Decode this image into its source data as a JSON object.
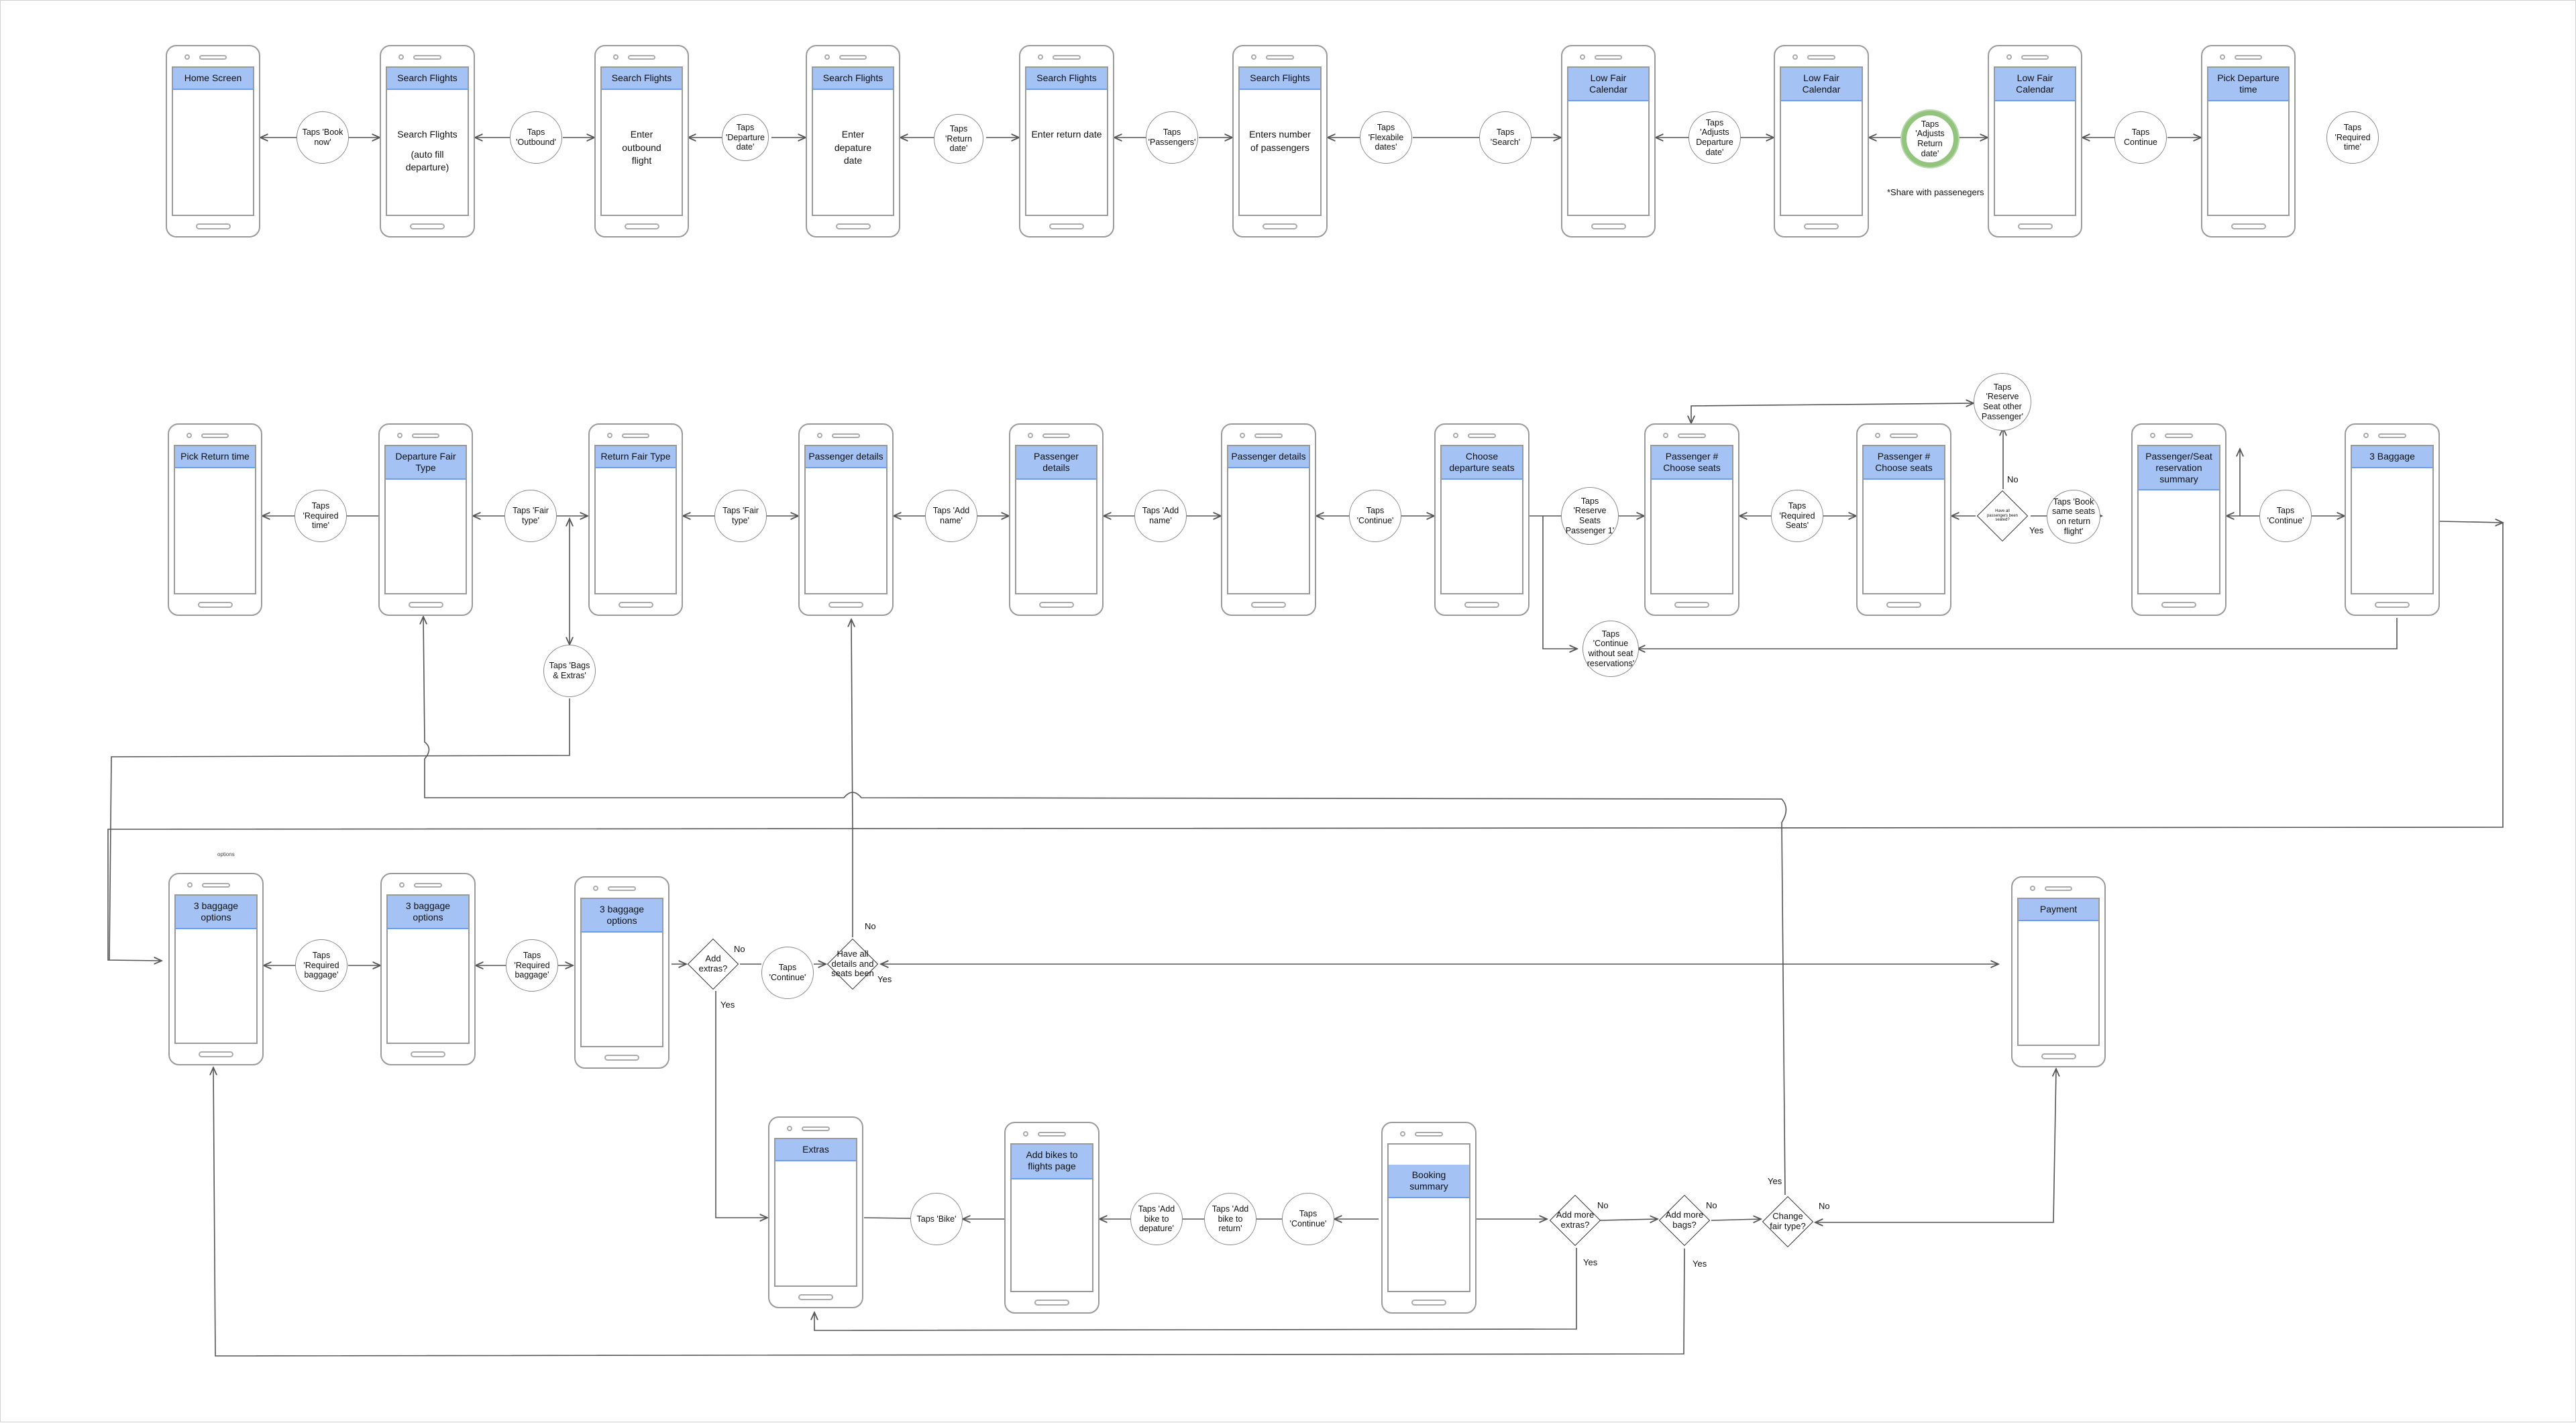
{
  "screens": {
    "home": {
      "title": "Home Screen",
      "body": ""
    },
    "search1": {
      "title": "Search  Flights",
      "body": "Search  Flights"
    },
    "search1_sub": "(auto fill departure)",
    "search2": {
      "title": "Search  Flights",
      "body": "Enter outbound flight"
    },
    "search3": {
      "title": "Search  Flights",
      "body": "Enter depature date"
    },
    "search4": {
      "title": "Search  Flights",
      "body": "Enter return date"
    },
    "search5": {
      "title": "Search  Flights",
      "body": "Enters number of passengers"
    },
    "calendar1": {
      "title": "Low Fair Calendar"
    },
    "calendar2": {
      "title": "Low Fair Calendar"
    },
    "calendar3": {
      "title": "Low Fair Calendar"
    },
    "pick_departure": {
      "title": "Pick Departure time"
    },
    "pick_return": {
      "title": "Pick Return time"
    },
    "departure_fair": {
      "title": "Departure Fair Type"
    },
    "return_fair": {
      "title": "Return Fair Type"
    },
    "passenger1": {
      "title": "Passenger details"
    },
    "passenger2": {
      "title": "Passenger details"
    },
    "passenger3": {
      "title": "Passenger details"
    },
    "choose_departure": {
      "title": "Choose departure seats"
    },
    "passenger_seats1": {
      "title": "Passenger # Choose seats"
    },
    "passenger_seats2": {
      "title": "Passenger # Choose seats"
    },
    "seat_summary": {
      "title": "Passenger/Seat reservation summary"
    },
    "baggage": {
      "title": "3 Baggage"
    },
    "baggage_opt1": {
      "title": "3 baggage options"
    },
    "baggage_opt2": {
      "title": "3 baggage options"
    },
    "baggage_opt3": {
      "title": "3 baggage options"
    },
    "payment": {
      "title": "Payment"
    },
    "extras": {
      "title": "Extras"
    },
    "add_bikes": {
      "title": "Add bikes to flights page"
    },
    "booking_summary": {
      "title": "Booking summary"
    }
  },
  "actions": {
    "book_now": "Taps 'Book now'",
    "outbound": "Taps 'Outbound'",
    "departure_date": "Taps 'Departure date'",
    "return_date": "Taps 'Return date'",
    "passengers": "Taps 'Passengers'",
    "flexible_dates": "Taps 'Flexabile dates'",
    "search": "Taps 'Search'",
    "adjust_departure": "Taps 'Adjusts Departure date'",
    "adjust_return": "Taps 'Adjusts Return date'",
    "continue1": "Taps Continue",
    "required_time1": "Taps 'Required time'",
    "required_time2": "Taps 'Required time'",
    "fair_type1": "Taps 'Fair type'",
    "fair_type2": "Taps 'Fair type'",
    "bags_extras": "Taps 'Bags & Extras'",
    "add_name1": "Taps 'Add name'",
    "add_name2": "Taps 'Add name'",
    "continue2": "Taps 'Continue'",
    "reserve_seats_p1": "Taps 'Reserve Seats Passenger 1'",
    "required_seats": "Taps 'Required Seats'",
    "reserve_other": "Taps 'Reserve Seat other Passenger'",
    "book_same_seats": "Taps 'Book same seats on return flight'",
    "continue3": "Taps 'Continue'",
    "continue_without_seat": "Taps 'Continue without seat reservations'",
    "required_baggage1": "Taps 'Required baggage'",
    "required_baggage2": "Taps 'Required baggage'",
    "continue4": "Taps 'Continue'",
    "bike": "Taps 'Bike'",
    "add_bike_departure": "Taps 'Add bike to depature'",
    "add_bike_return": "Taps 'Add bike to return'",
    "continue5": "Taps 'Continue'"
  },
  "decisions": {
    "all_seats": "Have all passengers been seated?",
    "add_extras": "Add extras?",
    "all_details": "Have all details and seats been",
    "add_more_extras": "Add more extras?",
    "add_more_bags": "Add more bags?",
    "change_fair": "Change fair type?"
  },
  "labels": {
    "yes": "Yes",
    "no": "No",
    "share_note": "*Share with passenegers",
    "options_note": "options"
  },
  "colors": {
    "header_fill": "#a4c2f4",
    "header_border": "#6d9eeb",
    "highlight_ring": "#93c47d",
    "line": "#555555"
  }
}
